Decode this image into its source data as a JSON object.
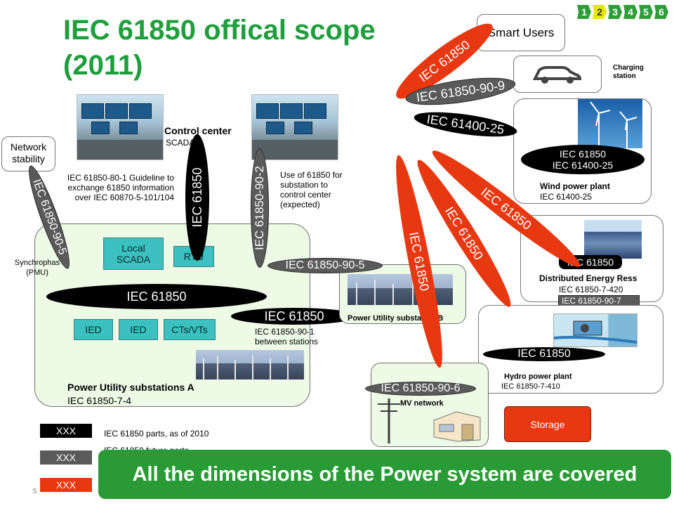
{
  "title": "IEC 61850 offical scope (2011)",
  "pager": {
    "pages": [
      "1",
      "2",
      "3",
      "4",
      "5",
      "6"
    ],
    "active_index": 1
  },
  "control_center": {
    "name": "Control center",
    "system": "SCADA"
  },
  "network_stability": "Network stability",
  "note_80_1": "IEC 61850-80-1 Guideline to exchange 61850 information over IEC 60870-5-101/104",
  "note_substation_cc": "Use of 61850 for substation to control center (expected)",
  "synchrophasor": "Synchrophas (PMU)",
  "substation_a": {
    "local_scada": "Local SCADA",
    "rtu": "RTU",
    "ied1": "IED",
    "ied2": "IED",
    "ctvt": "CTs/VTs",
    "main_link": "IEC 61850",
    "name": "Power Utility substations A",
    "standard": "IEC 61850-7-4"
  },
  "substation_b": {
    "name": "Power Utility substation B"
  },
  "between_stations": {
    "label": "IEC 61850",
    "note": "IEC 61850-90-1 between stations"
  },
  "links": {
    "vertical_61850": "IEC 61850",
    "vertical_90_2": "IEC 61850-90-2",
    "diag_90_5": "IEC 61850-90-5",
    "sub_b_90_5": "IEC 61850-90-5",
    "smart_users": "IEC 61850",
    "charging": "IEC 61850-90-9",
    "wind": "IEC 61400-25",
    "red_to_wind": "IEC 61850",
    "red_to_der": "IEC 61850",
    "red_to_mv": "IEC 61850"
  },
  "smart_users": "Smart Users",
  "charging_station": "Charging station",
  "wind_plant": {
    "badge_line1": "IEC 61850",
    "badge_line2": "IEC 61400-25",
    "name": "Wind power plant",
    "standard": "IEC 61400-25"
  },
  "der": {
    "badge": "IEC 61850",
    "name": "Distributed Energy Ress",
    "standard": "IEC 61850-7-420",
    "future": "IEC 61850-90-7"
  },
  "hydro": {
    "badge": "IEC 61850",
    "name": "Hydro power plant",
    "standard": "IEC 61850-7-410"
  },
  "mv": {
    "badge": "IEC 61850-90-6",
    "name": "MV network"
  },
  "storage": "Storage",
  "legend": {
    "items": [
      {
        "swatch": "XXX",
        "color": "#000000",
        "label": "IEC 61850 parts, as of 2010"
      },
      {
        "swatch": "XXX",
        "color": "#5a5a5a",
        "label": "IEC 61850 future parts"
      },
      {
        "swatch": "XXX",
        "color": "#e83812",
        "label": ""
      }
    ]
  },
  "footer_source": "S",
  "banner": "All the dimensions of the Power system are covered"
}
